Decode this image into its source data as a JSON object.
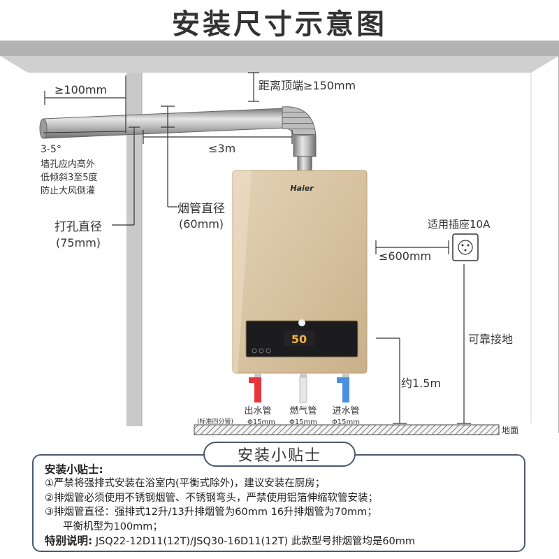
{
  "title": "安装尺寸示意图",
  "brand": "Haier",
  "display_value": "50",
  "labels": {
    "wall_gap": "≥100mm",
    "top_gap": "距离顶端≥150mm",
    "pipe_length": "≤3m",
    "tilt_angle": "3-5°",
    "tilt_note_1": "墙孔应内高外",
    "tilt_note_2": "低倾斜3至5度",
    "tilt_note_3": "防止大风倒灌",
    "flue_diameter": "烟管直径",
    "flue_diameter_value": "(60mm)",
    "hole_diameter": "打孔直径",
    "hole_diameter_value": "(75mm)",
    "socket": "适用插座10A",
    "socket_distance": "≤600mm",
    "grounding": "可靠接地",
    "height": "约1.5m",
    "floor": "地面"
  },
  "pipes": [
    {
      "label": "出水管",
      "size": "Φ15mm",
      "color": "#e8343c"
    },
    {
      "label": "燃气管",
      "size": "Φ15mm",
      "color": "#d8d8d8"
    },
    {
      "label": "进水管",
      "size": "Φ15mm",
      "color": "#4a8fe0"
    }
  ],
  "pipe_standard_note": "(标准四分管)",
  "tips": {
    "badge": "安装小贴士",
    "heading": "安装小贴士:",
    "items": [
      "①严禁将强排式安装在浴室内(平衡式除外)，建议安装在厨房；",
      "②排烟管必须使用不锈钢烟管、不锈钢弯头，严禁使用铝箔伸缩软管安装；",
      "③排烟管直径：强排式12升/13升排烟管为60mm  16升排烟管为70mm；"
    ],
    "item_continued": "平衡机型为100mm；",
    "special_label": "特别说明:",
    "special_text": "JSQ22-12D11(12T)/JSQ30-16D11(12T) 此款型号排烟管均是60mm"
  },
  "colors": {
    "heater_body": "#d9c5a4",
    "ceiling": "#b3b3b3",
    "wall": "#c9c9c9",
    "panel": "#1c1c1e",
    "dimension_lines": "#333333"
  }
}
